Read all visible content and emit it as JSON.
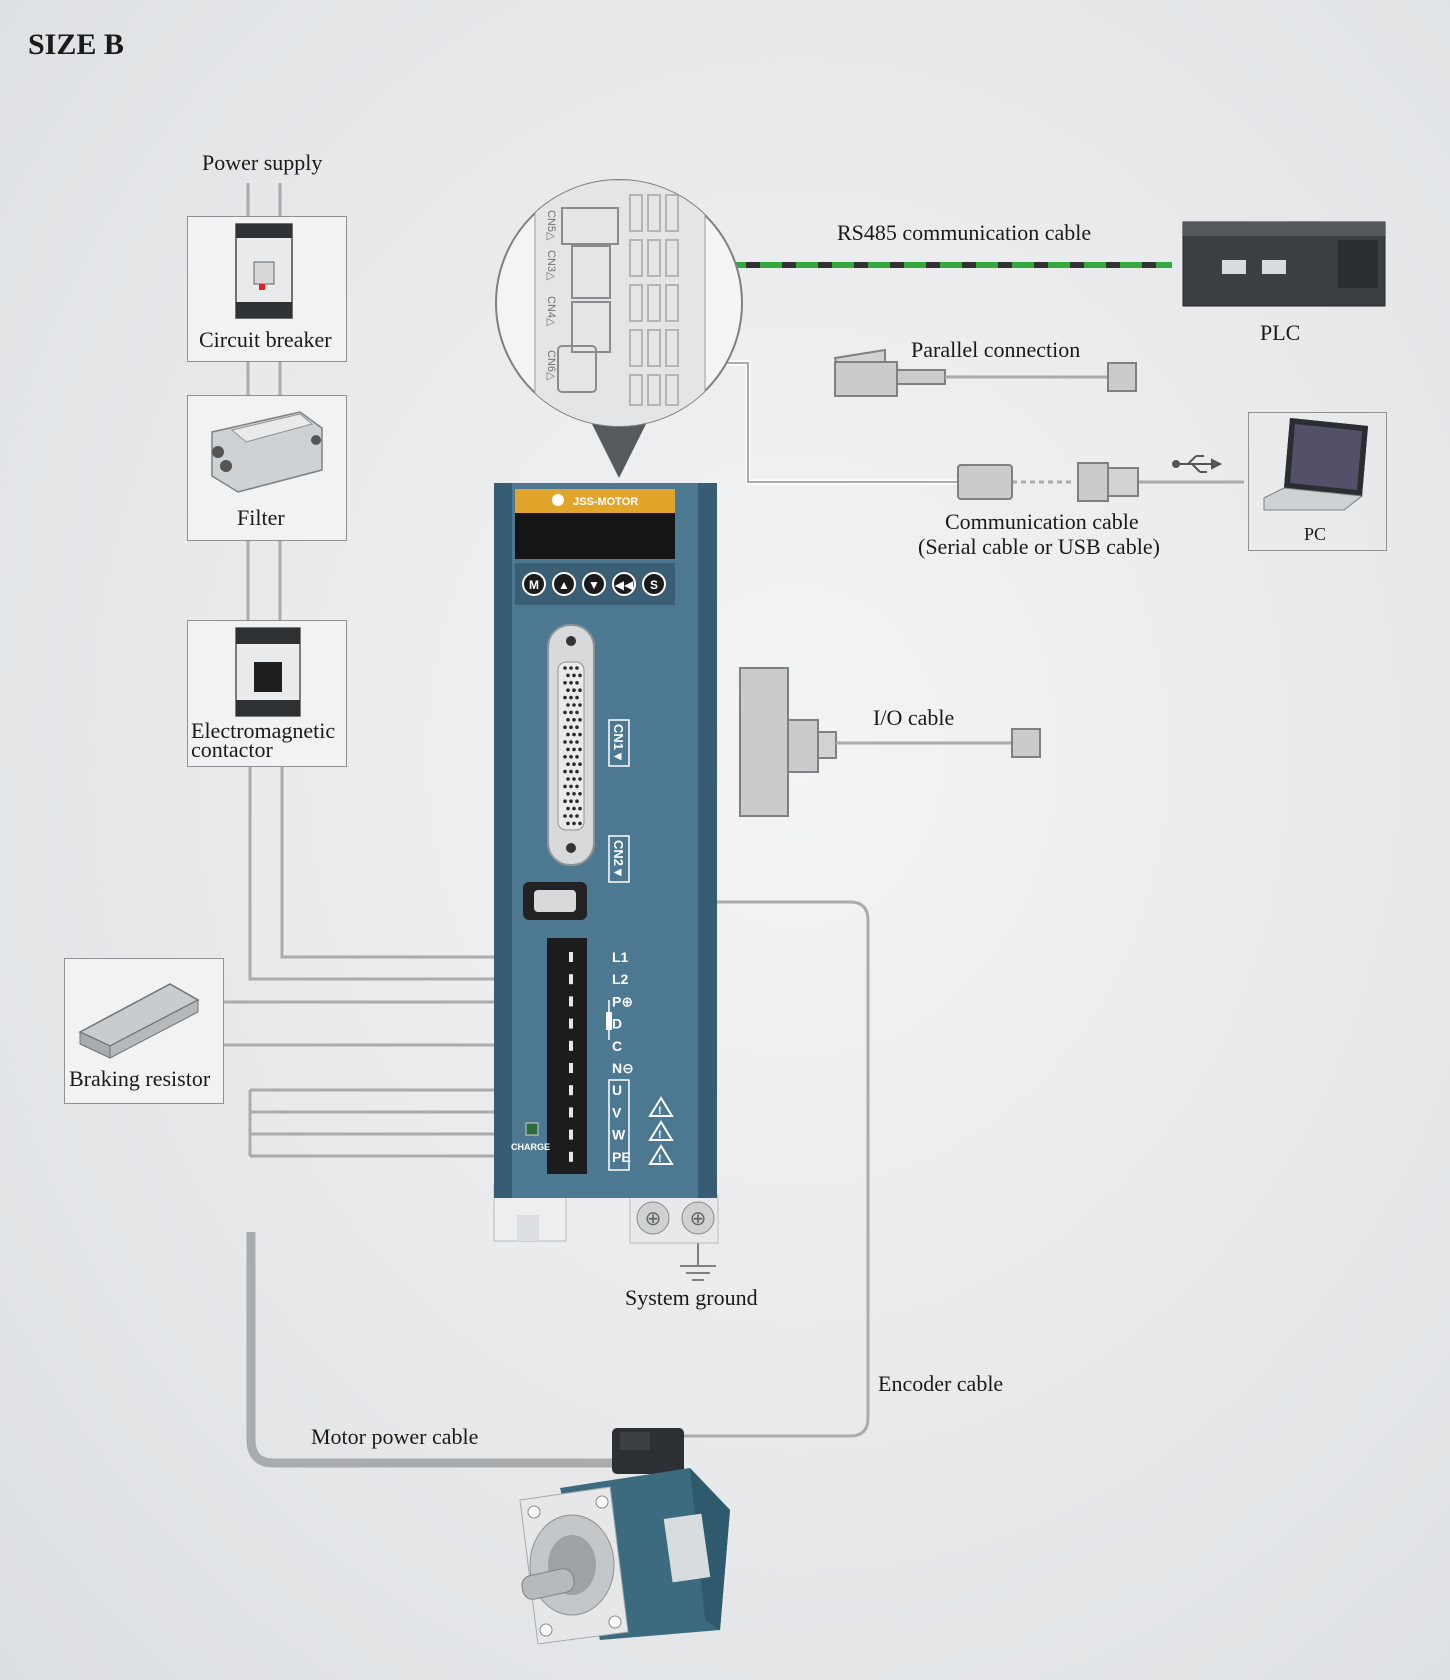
{
  "title": "SIZE B",
  "labels": {
    "power_supply": "Power supply",
    "circuit_breaker": "Circuit breaker",
    "filter": "Filter",
    "contactor_line1": "Electromagnetic",
    "contactor_line2": "contactor",
    "braking_resistor": "Braking resistor",
    "rs485": "RS485 communication cable",
    "plc": "PLC",
    "parallel": "Parallel connection",
    "comm_line1": "Communication cable",
    "comm_line2": "(Serial cable or USB cable)",
    "pc": "PC",
    "io": "I/O cable",
    "system_ground": "System ground",
    "encoder": "Encoder cable",
    "motor_power": "Motor power cable"
  },
  "drive": {
    "brand": "JSS-MOTOR",
    "buttons": [
      "M",
      "▲",
      "▼",
      "◀◀",
      "S"
    ],
    "cn1": "CN1▼",
    "cn2": "CN2▼",
    "terminals": [
      "L1",
      "L2",
      "P⊕",
      "D",
      "C",
      "N⊖",
      "U",
      "V",
      "W",
      "PE"
    ],
    "charge": "CHARGE",
    "zoom_ports": [
      "CN5△",
      "CN3△",
      "CN4△",
      "CN6△"
    ]
  },
  "colors": {
    "drive_body": "#3f6a82",
    "drive_panel": "#4c7891",
    "brand_bar": "#e2a52b",
    "rs485_green": "#35a83e",
    "cable_gray": "#a9acae"
  }
}
